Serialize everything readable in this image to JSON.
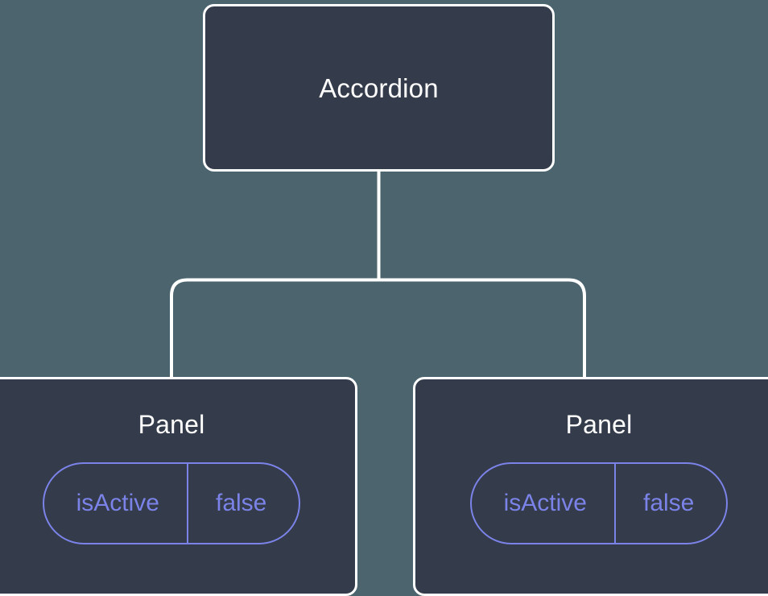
{
  "diagram": {
    "type": "component-tree",
    "background_color": "#4b646e",
    "node_fill_color": "#343b4a",
    "node_border_color": "#ffffff",
    "connector_color": "#ffffff",
    "title_text_color": "#ffffff",
    "prop_accent_color": "#7b83e8",
    "root": {
      "label": "Accordion"
    },
    "children": [
      {
        "label": "Panel",
        "props": [
          {
            "key": "isActive",
            "value": "false"
          }
        ]
      },
      {
        "label": "Panel",
        "props": [
          {
            "key": "isActive",
            "value": "false"
          }
        ]
      }
    ]
  }
}
